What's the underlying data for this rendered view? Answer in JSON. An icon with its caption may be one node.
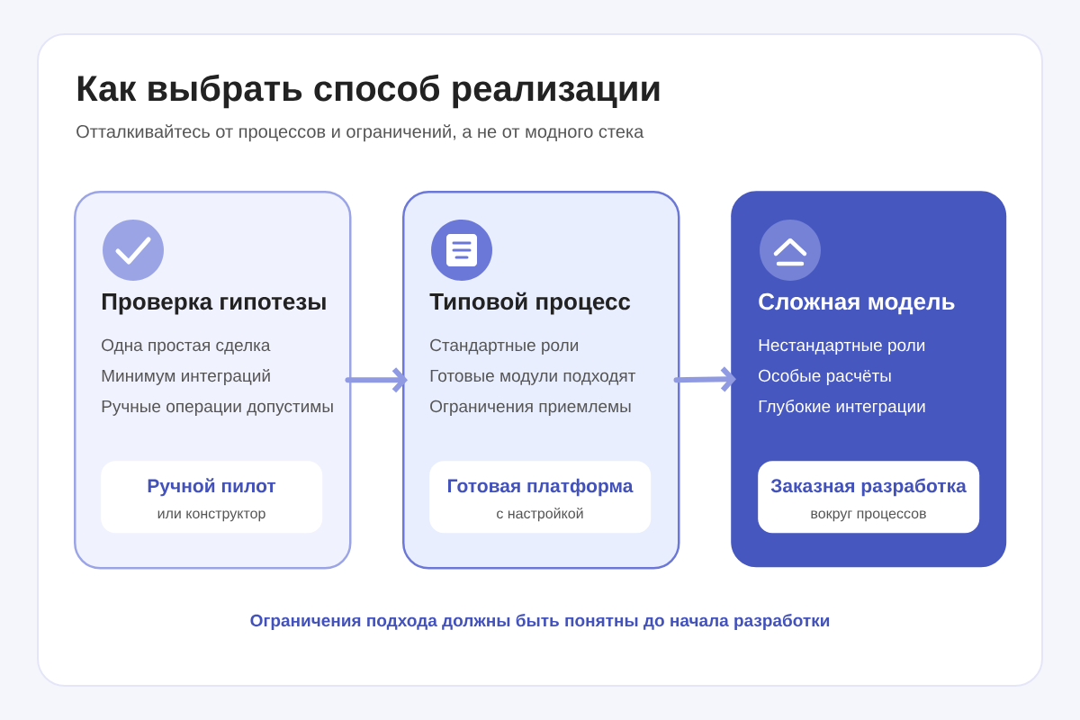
{
  "diagram": {
    "title": "Как выбрать способ реализации",
    "nodes": [
      {
        "text": [
          "Проверка гипотезы",
          "Одна простая сделка",
          "Минимум интеграций",
          "Ручные операции допустимы"
        ]
      },
      {
        "text": [
          "Ручной пилот",
          "или конструктор"
        ],
        "in": 0
      },
      {
        "text": [
          "Типовой процесс",
          "Стандартные роли",
          "Готовые модули подходят",
          "Ограничения приемлемы"
        ]
      },
      {
        "text": [
          "Готовая платформа",
          "с настройкой"
        ],
        "in": 2
      },
      {
        "text": [
          "Сложная модель",
          "Нестандартные роли",
          "Особые расчёты",
          "Глубокие интеграции"
        ]
      },
      {
        "text": [
          "Заказная разработка",
          "вокруг процессов"
        ],
        "in": 4
      }
    ],
    "edges": [
      {
        "from": 0,
        "to": 2,
        "arrow": "to"
      },
      {
        "from": 2,
        "to": 4,
        "arrow": "to"
      }
    ],
    "labels": [
      "Отталкивайтесь от процессов и ограничений, а не от модного стека",
      "Ограничения подхода должны быть понятны до начала разработки"
    ]
  }
}
